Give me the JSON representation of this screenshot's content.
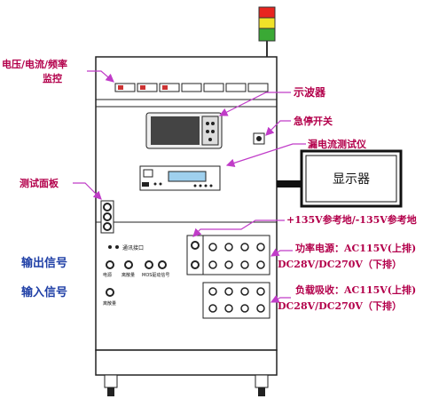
{
  "labels": {
    "vif_monitor_line1": "电压/电流/频率",
    "vif_monitor_line2": "监控",
    "oscilloscope": "示波器",
    "emergency_stop": "急停开关",
    "leakage_tester": "漏电流测试仪",
    "display": "显示器",
    "test_panel": "测试面板",
    "reference_ground": "+135V参考地/-135V参考地",
    "output_signal": "输出信号",
    "input_signal": "输入信号",
    "power_supply_line1": "功率电源：AC115V(上排)",
    "power_supply_line2": "DC28V/DC270V（下排）",
    "load_absorb_line1": "负载吸收：AC115V(上排)",
    "load_absorb_line2": "DC28V/DC270V（下排）"
  },
  "panel_text": {
    "serial_port": "通讯接口",
    "power": "电源",
    "discrete": "离散量",
    "mos_switch": "MOS驱动信号",
    "discrete_in": "离散量"
  },
  "colors": {
    "label_red": "#b3004b",
    "label_blue": "#1f3fa6",
    "arrow": "#c03cc8",
    "lamp_red": "#e8251f",
    "lamp_yellow": "#f0e229",
    "lamp_green": "#3aa935"
  }
}
